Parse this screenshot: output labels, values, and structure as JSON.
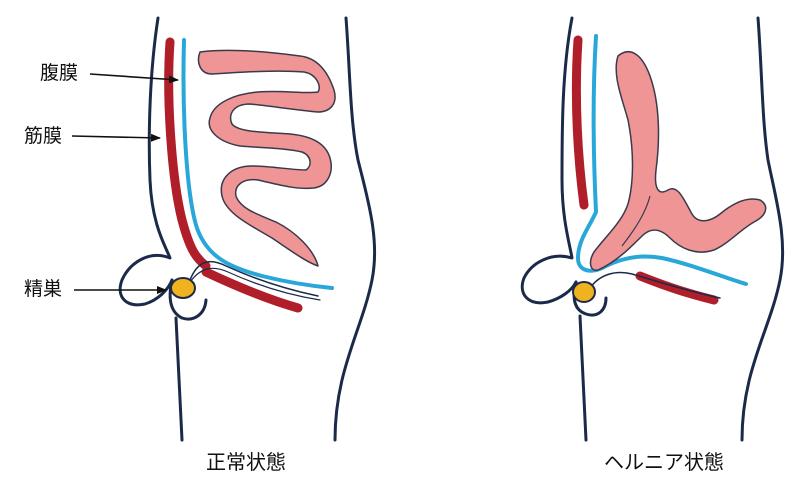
{
  "labels": {
    "peritoneum": "腹膜",
    "fascia": "筋膜",
    "testis": "精巣"
  },
  "captions": {
    "normal": "正常状態",
    "hernia": "ヘルニア状態"
  },
  "colors": {
    "outline": "#1c2a4a",
    "fascia": "#b01e2a",
    "peritoneum": "#2aa7d9",
    "intestine": "#ef9595",
    "testis": "#f0b21e",
    "arrow": "#111111"
  }
}
